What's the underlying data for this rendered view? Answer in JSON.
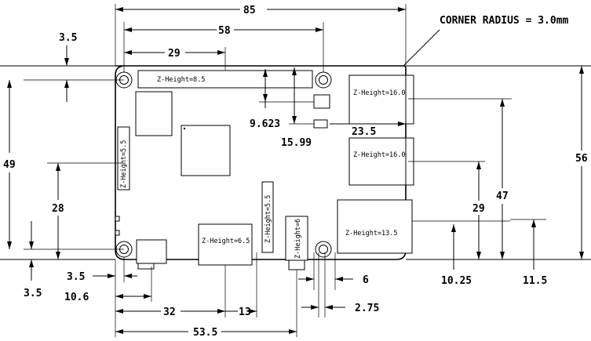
{
  "corner_note": "CORNER RADIUS = 3.0mm",
  "top_dims": {
    "overall_width": "85",
    "hole_spacing": "58",
    "header_offset": "29"
  },
  "left_dims": {
    "hole_inset_top": "3.5",
    "board_height_left": "49",
    "csi_offset": "28",
    "hole_inset_bottom": "3.5"
  },
  "right_dims": {
    "board_height": "56",
    "usb_top": "47",
    "usb_bottom": "29",
    "ethernet_offset": "10.25",
    "ethernet_edge": "11.5"
  },
  "inner_dims": {
    "header_gap": "9.623",
    "header_depth": "15.99",
    "usb_protrusion": "23.5"
  },
  "bottom_dims": {
    "power_hole": "3.5",
    "power_offset": "10.6",
    "hdmi_offset": "32",
    "audio_offset": "13",
    "camera_overall": "53.5",
    "audio_width": "6",
    "audio_pitch": "2.75"
  },
  "z_labels": {
    "gpio_header": "Z-Height=8.5",
    "usb_upper": "Z-Height=16.0",
    "usb_lower": "Z-Height=16.0",
    "display_connector": "Z-Height=5.5",
    "camera_connector": "Z-Height=5.5",
    "audio_jack": "Z-Height=6",
    "hdmi": "Z-Height=6.5",
    "ethernet": "Z-Height=13.5"
  }
}
